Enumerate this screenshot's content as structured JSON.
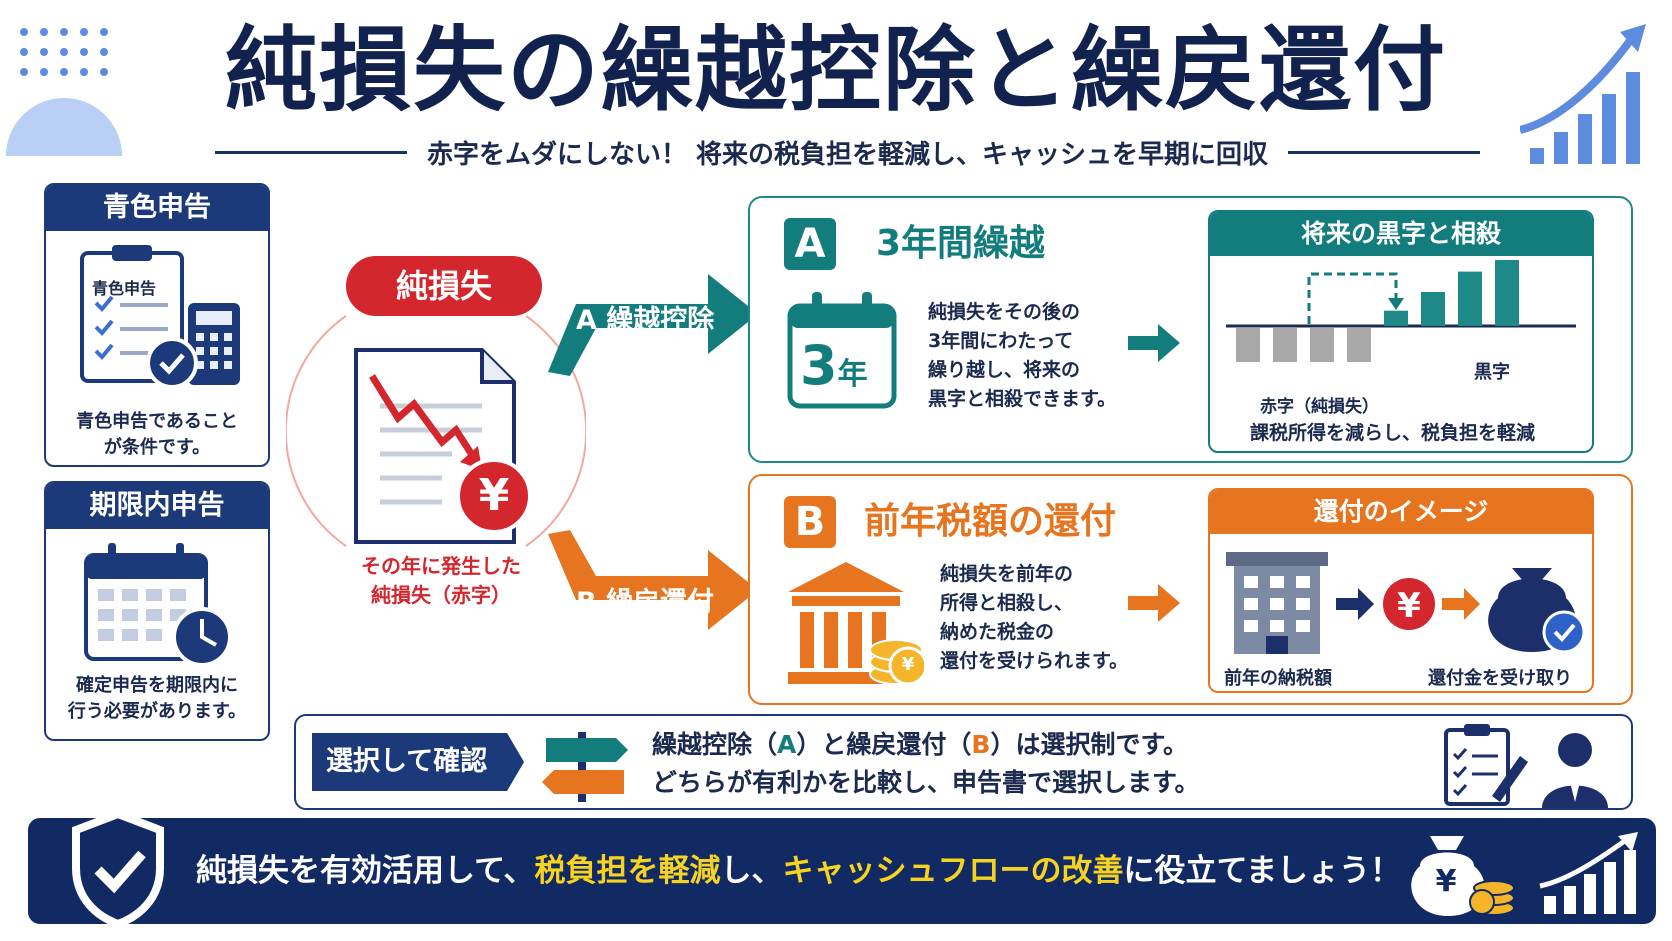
{
  "header": {
    "title": "純損失の繰越控除と繰戻還付",
    "subtitle": "赤字をムダにしない！ 将来の税負担を軽減し、キャッシュを早期に回収"
  },
  "requirements": [
    {
      "title": "青色申告",
      "doc_label": "青色申告",
      "caption_line1": "青色申告であること",
      "caption_line2": "が条件です。"
    },
    {
      "title": "期限内申告",
      "caption_line1": "確定申告を期限内に",
      "caption_line2": "行う必要があります。"
    }
  ],
  "loss": {
    "label": "純損失",
    "yen": "¥",
    "caption_line1": "その年に発生した",
    "caption_line2": "純損失（赤字）"
  },
  "arrows": {
    "a_label": "A 繰越控除",
    "b_label": "B 繰戻還付"
  },
  "option_a": {
    "badge": "A",
    "heading": "3年間繰越",
    "calendar_text": "3",
    "calendar_unit": "年",
    "desc": [
      "純損失をその後の",
      "3年間にわたって",
      "繰り越し、将来の",
      "黒字と相殺できます。"
    ],
    "image_title": "将来の黒字と相殺",
    "profit_label": "黒字",
    "loss_label": "赤字（純損失）",
    "note": "課税所得を減らし、税負担を軽減"
  },
  "option_b": {
    "badge": "B",
    "heading": "前年税額の還付",
    "desc": [
      "純損失を前年の",
      "所得と相殺し、",
      "納めた税金の",
      "還付を受けられます。"
    ],
    "coin_symbol": "¥",
    "image_title": "還付のイメージ",
    "yen": "¥",
    "left_label": "前年の納税額",
    "right_label": "還付金を受け取り"
  },
  "selection": {
    "tag": "選択して確認",
    "line1_pre": "繰越控除（",
    "line1_a": "A",
    "line1_mid": "）と繰戻還付（",
    "line1_b": "B",
    "line1_post": "）は選択制です。",
    "line2": "どちらが有利かを比較し、申告書で選択します。"
  },
  "banner": {
    "part1": "純損失を有効活用して、",
    "part2": "税負担を軽減",
    "part3": "し、",
    "part4": "キャッシュフローの改善",
    "part5": "に役立てましょう！",
    "bag_symbol": "¥"
  },
  "colors": {
    "navy": "#1c3a7a",
    "teal": "#137d7d",
    "orange": "#e7751f",
    "red": "#d3262d",
    "highlight": "#f7d321"
  },
  "chart_data": {
    "type": "bar",
    "values": [
      -1,
      -1,
      -1,
      -1,
      0.45,
      1,
      1.6,
      2.2
    ]
  }
}
